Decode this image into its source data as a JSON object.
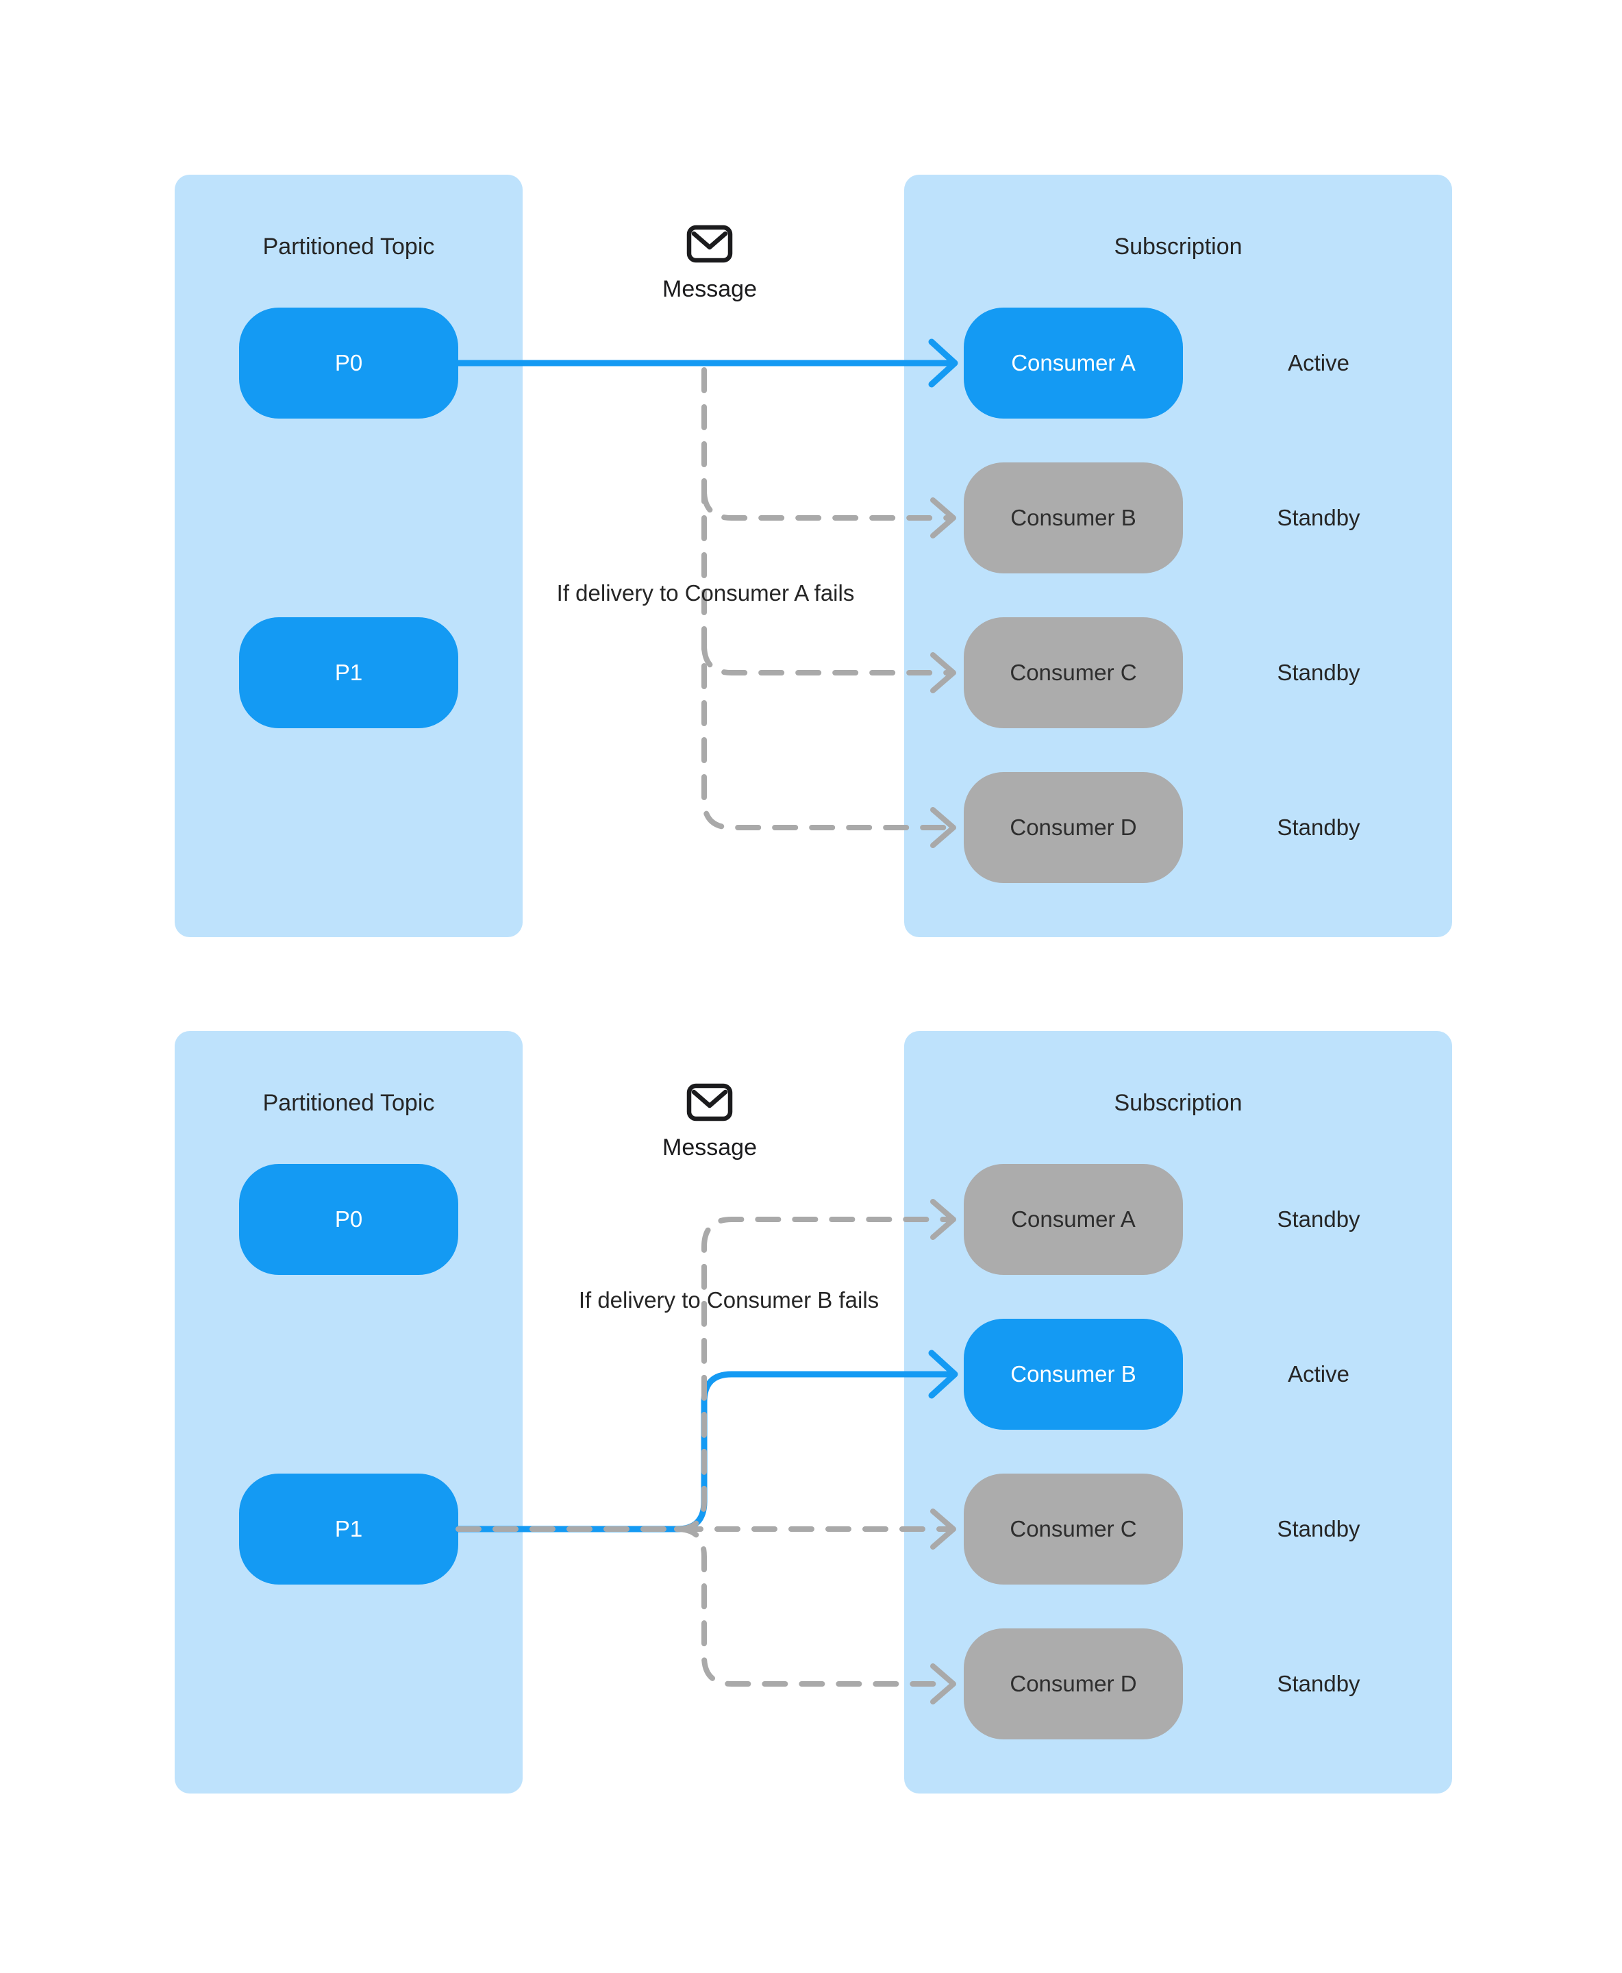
{
  "colors": {
    "accent": "#149af3",
    "panel": "#bee2fc",
    "pill_gray": "#acacac",
    "dash_gray": "#a9a9a9",
    "text_dark": "#262626",
    "text_on_gray": "#2e2e2e",
    "icon_dark": "#1b1b1d",
    "pill_text_light": "#ffffff"
  },
  "diagrams": [
    {
      "left_panel": {
        "title": "Partitioned Topic",
        "partitions": [
          {
            "label": "P0"
          },
          {
            "label": "P1"
          }
        ]
      },
      "message": {
        "icon": "envelope-icon",
        "label": "Message"
      },
      "condition": "If delivery to Consumer A fails",
      "right_panel": {
        "title": "Subscription",
        "consumers": [
          {
            "label": "Consumer A",
            "status": "Active",
            "active": true
          },
          {
            "label": "Consumer B",
            "status": "Standby",
            "active": false
          },
          {
            "label": "Consumer C",
            "status": "Standby",
            "active": false
          },
          {
            "label": "Consumer D",
            "status": "Standby",
            "active": false
          }
        ]
      }
    },
    {
      "left_panel": {
        "title": "Partitioned Topic",
        "partitions": [
          {
            "label": "P0"
          },
          {
            "label": "P1"
          }
        ]
      },
      "message": {
        "icon": "envelope-icon",
        "label": "Message"
      },
      "condition": "If delivery to Consumer B fails",
      "right_panel": {
        "title": "Subscription",
        "consumers": [
          {
            "label": "Consumer A",
            "status": "Standby",
            "active": false
          },
          {
            "label": "Consumer B",
            "status": "Active",
            "active": true
          },
          {
            "label": "Consumer C",
            "status": "Standby",
            "active": false
          },
          {
            "label": "Consumer D",
            "status": "Standby",
            "active": false
          }
        ]
      }
    }
  ]
}
